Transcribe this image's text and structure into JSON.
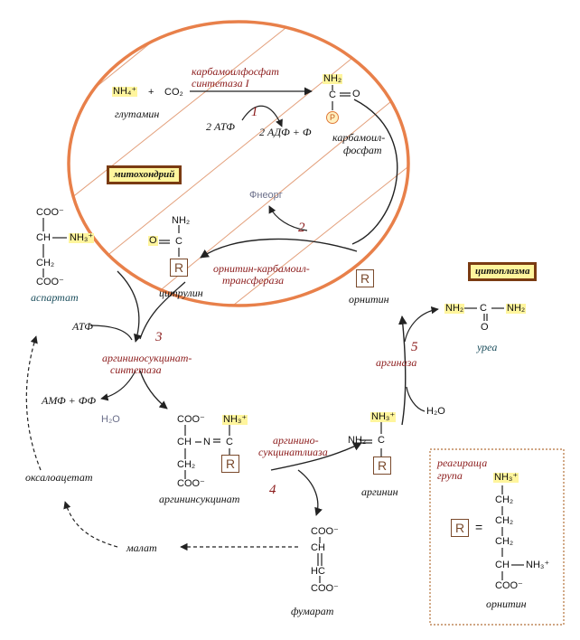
{
  "compartments": {
    "mitochondrion": "митохондрий",
    "cytoplasm": "цитоплазма"
  },
  "enzymes": {
    "e1": "карбамоилфосфат",
    "e1b": "синтетаза I",
    "e2a": "орнитин-карбамоил-",
    "e2b": "трансфераза",
    "e3a": "аргининосукцинат-",
    "e3b": "синтетаза",
    "e4a": "аргинино-",
    "e4b": "сукцинатлиаза",
    "e5": "аргиназа"
  },
  "steps": [
    "1",
    "2",
    "3",
    "4",
    "5"
  ],
  "metabolites": {
    "glutamine": "глутамин",
    "carbamoyl_a": "карбамоил-",
    "carbamoyl_b": "фосфат",
    "citrulline": "цитрулин",
    "ornithine": "орнитин",
    "aspartate": "аспартат",
    "argininosuccinate": "аргининсукцинат",
    "arginine": "аргинин",
    "fumarate": "фумарат",
    "malate": "малат",
    "oxaloacetate": "оксалоацетат",
    "urea": "уреа",
    "ornithine_legend": "орнитин"
  },
  "cofactors": {
    "nh4": "NH₄⁺",
    "co2": "CO₂",
    "plus": "+",
    "atp2": "2 АТФ",
    "adp2": "2 АДФ + Ф",
    "pi": "Фнеорг",
    "atp": "АТФ",
    "amp": "АМФ + ФФ",
    "h2o_a": "H₂O",
    "h2o_b": "H₂O"
  },
  "legend": {
    "title_a": "реагираща",
    "title_b": "група",
    "r": "R",
    "eq": "="
  },
  "groups": {
    "nh2": "NH₂",
    "nh3p": "NH₃⁺",
    "coo": "COO⁻",
    "ch": "CH",
    "ch2": "CH₂",
    "c": "C",
    "o": "O",
    "n": "N",
    "hc": "HC",
    "p": "P",
    "r": "R"
  },
  "colors": {
    "oval": "#e8804a",
    "hatch": "#e3a07c",
    "enzyme": "#8b1a1a",
    "highlight": "#fff59d",
    "box_border": "#7a3b12"
  }
}
